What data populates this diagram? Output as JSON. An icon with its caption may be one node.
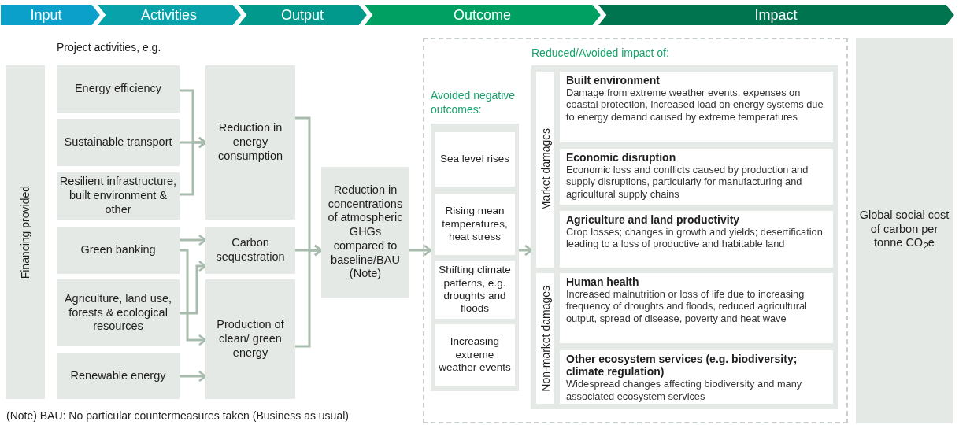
{
  "diagram": {
    "nodes": [
      {
        "text": [
          "Financing provided"
        ]
      },
      {
        "text": [
          "Energy efficiency"
        ]
      },
      {
        "text": [
          "Sustainable transport"
        ]
      },
      {
        "text": [
          "Resilient infrastructure, built environment & other"
        ]
      },
      {
        "text": [
          "Green banking"
        ]
      },
      {
        "text": [
          "Agriculture, land use, forests & ecological resources"
        ]
      },
      {
        "text": [
          "Renewable energy"
        ]
      },
      {
        "text": [
          "Reduction in energy consumption"
        ]
      },
      {
        "text": [
          "Carbon sequestration"
        ]
      },
      {
        "text": [
          "Production of clean/ green energy"
        ]
      },
      {
        "text": [
          "Reduction in concentrations of atmospheric GHGs compared to baseline/BAU (Note)"
        ]
      },
      {
        "text": [],
        "shape": "box"
      },
      {
        "text": [
          "Avoided negative outcomes:"
        ],
        "in": 11
      },
      {
        "text": [
          "Sea level rises"
        ],
        "in": 12
      },
      {
        "text": [
          "Rising mean temperatures, heat stress"
        ],
        "in": 12
      },
      {
        "text": [
          "Shifting climate patterns, e.g. droughts and floods"
        ],
        "in": 12
      },
      {
        "text": [
          "Increasing extreme weather events"
        ],
        "in": 12
      },
      {
        "text": [
          "Reduced/Avoided impact of:"
        ],
        "in": 11
      },
      {
        "text": [
          "Market damages"
        ],
        "in": 17
      },
      {
        "text": [
          "Built environment",
          "Damage from extreme weather events, expenses on coastal protection, increased load on energy systems due to energy demand caused by extreme temperatures"
        ],
        "in": 17
      },
      {
        "text": [
          "Economic disruption",
          "Economic loss and conflicts caused by production and supply disruptions, particularly for manufacturing and agricultural supply chains"
        ],
        "in": 17
      },
      {
        "text": [
          "Agriculture and land productivity",
          "Crop losses; changes in growth and yields; desertification leading to a loss of productive and habitable land"
        ],
        "in": 17
      },
      {
        "text": [
          "Non-market damages"
        ],
        "in": 17
      },
      {
        "text": [
          "Human health",
          "Increased malnutrition or loss of life due to increasing frequency of droughts and floods, reduced agricultural output, spread of disease, poverty and heat wave"
        ],
        "in": 17
      },
      {
        "text": [
          "Other ecosystem services (e.g. biodiversity; climate regulation)",
          "Widespread changes affecting biodiversity and many associated ecosystem services"
        ],
        "in": 17
      },
      {
        "text": [
          "Global social cost of carbon per tonne CO$_{2}$e"
        ]
      }
    ],
    "edges": [
      {
        "from": 1,
        "to": 7,
        "arrow": "to"
      },
      {
        "from": 2,
        "to": 7,
        "arrow": "to"
      },
      {
        "from": 3,
        "to": 7,
        "arrow": "to"
      },
      {
        "from": 4,
        "to": 8,
        "arrow": "to"
      },
      {
        "from": 4,
        "to": 9,
        "arrow": "to"
      },
      {
        "from": 5,
        "to": 8,
        "arrow": "to"
      },
      {
        "from": 6,
        "to": 9,
        "arrow": "to"
      },
      {
        "from": 7,
        "to": 10,
        "arrow": "to"
      },
      {
        "from": 8,
        "to": 10,
        "arrow": "to"
      },
      {
        "from": 9,
        "to": 10,
        "arrow": "to"
      },
      {
        "from": 10,
        "to": 12,
        "arrow": "to"
      },
      {
        "from": 12,
        "to": 17,
        "arrow": "to"
      }
    ],
    "labels": [
      "Input",
      "Activities",
      "Output",
      "Outcome",
      "Impact",
      "Project activities, e.g.",
      "(Note) BAU: No particular countermeasures taken (Business as usual)"
    ]
  }
}
